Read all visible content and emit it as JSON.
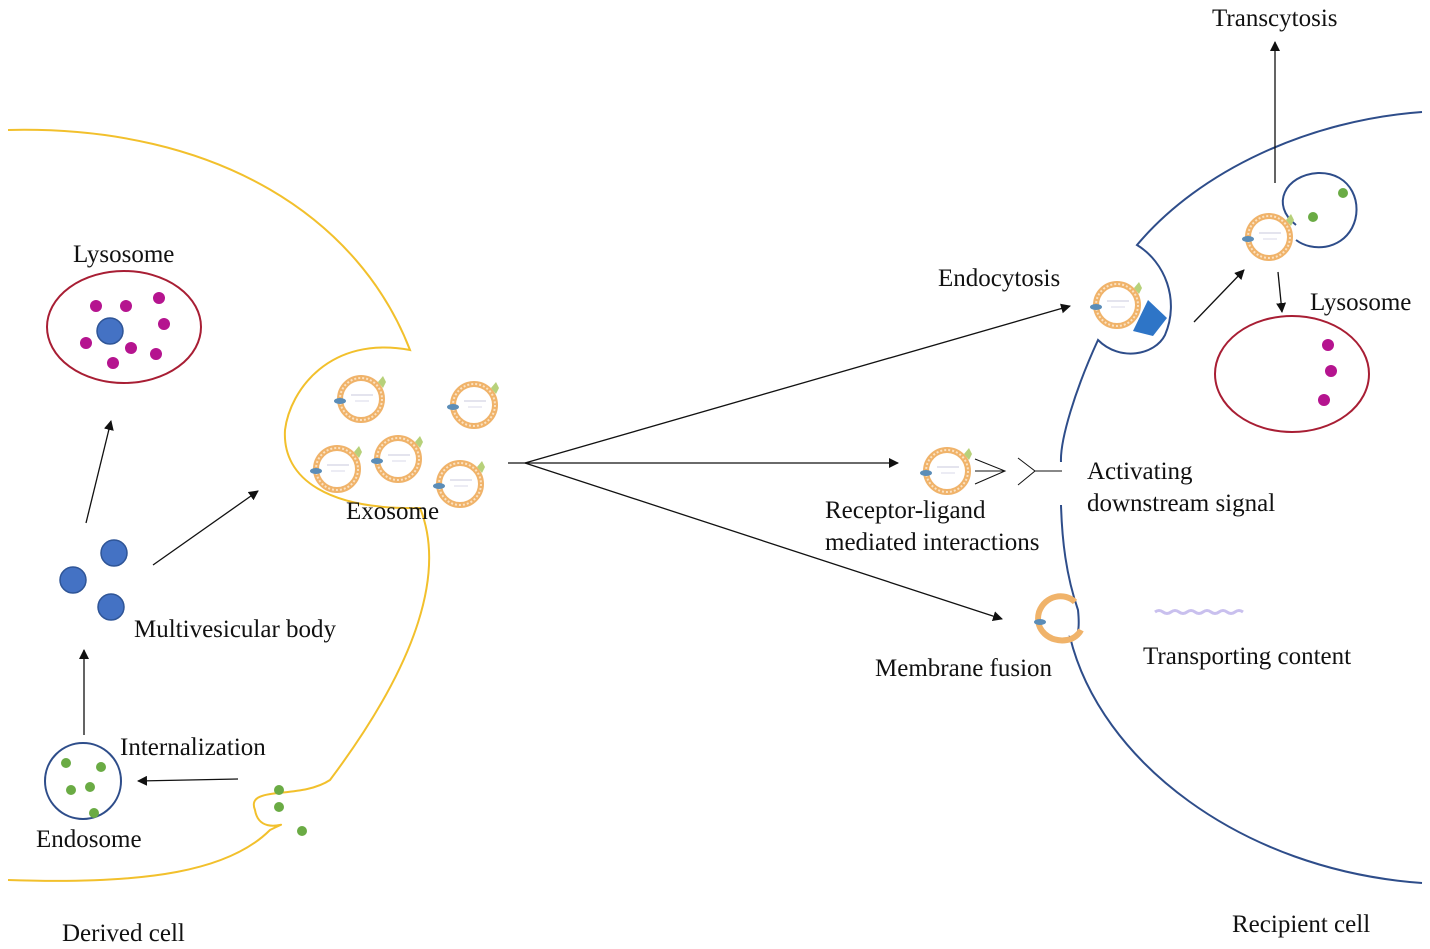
{
  "labels": {
    "lysosome_derived": "Lysosome",
    "exosome": "Exosome",
    "multivesicular_body": "Multivesicular body",
    "internalization": "Internalization",
    "endosome": "Endosome",
    "derived_cell": "Derived cell",
    "endocytosis": "Endocytosis",
    "receptor_ligand_1": "Receptor-ligand",
    "receptor_ligand_2": "mediated interactions",
    "membrane_fusion": "Membrane fusion",
    "transcytosis": "Transcytosis",
    "lysosome_recipient": "Lysosome",
    "activating_1": "Activating",
    "activating_2": "downstream signal",
    "transporting_content": "Transporting content",
    "recipient_cell": "Recipient cell"
  },
  "colors": {
    "derived_membrane": "#f2c02c",
    "recipient_membrane": "#2e4d8a",
    "lysosome_membrane": "#a81e34",
    "lysosome_granule": "#b5148f",
    "mvb_vesicle": "#4472c4",
    "endosome_cargo": "#6aab44",
    "exosome_membrane": "#f0b36a",
    "receptor_wedge": "#2e75c7",
    "arrow": "#111111"
  }
}
